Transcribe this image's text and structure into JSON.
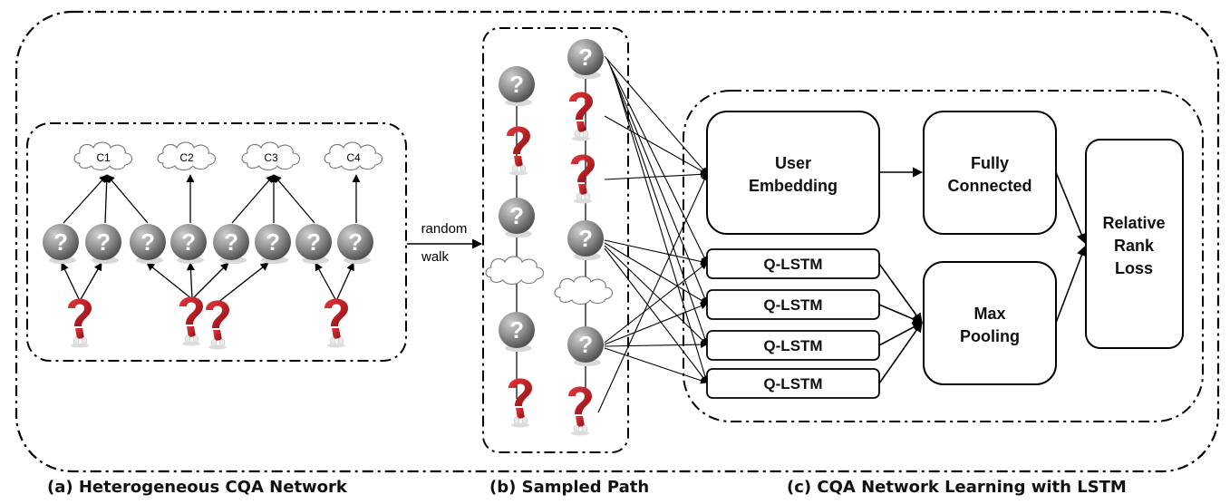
{
  "communities": [
    "C1",
    "C2",
    "C3",
    "C4"
  ],
  "edge_label": {
    "line1": "random",
    "line2": "walk"
  },
  "boxes": {
    "user_embedding": {
      "line1": "User",
      "line2": "Embedding"
    },
    "fully_connected": {
      "line1": "Fully",
      "line2": "Connected"
    },
    "max_pooling": {
      "line1": "Max",
      "line2": "Pooling"
    },
    "relative_rank_loss": {
      "line1": "Relative",
      "line2": "Rank",
      "line3": "Loss"
    },
    "qlstm_label": "Q-LSTM"
  },
  "captions": {
    "a": "(a) Heterogeneous CQA Network",
    "b": "(b) Sampled Path",
    "c": "(c) CQA Network Learning with LSTM"
  },
  "colors": {
    "question_icon": "#8a8a8a",
    "user_icon": "#c0161b",
    "cloud_fill": "#ffffff",
    "line": "#000000"
  }
}
